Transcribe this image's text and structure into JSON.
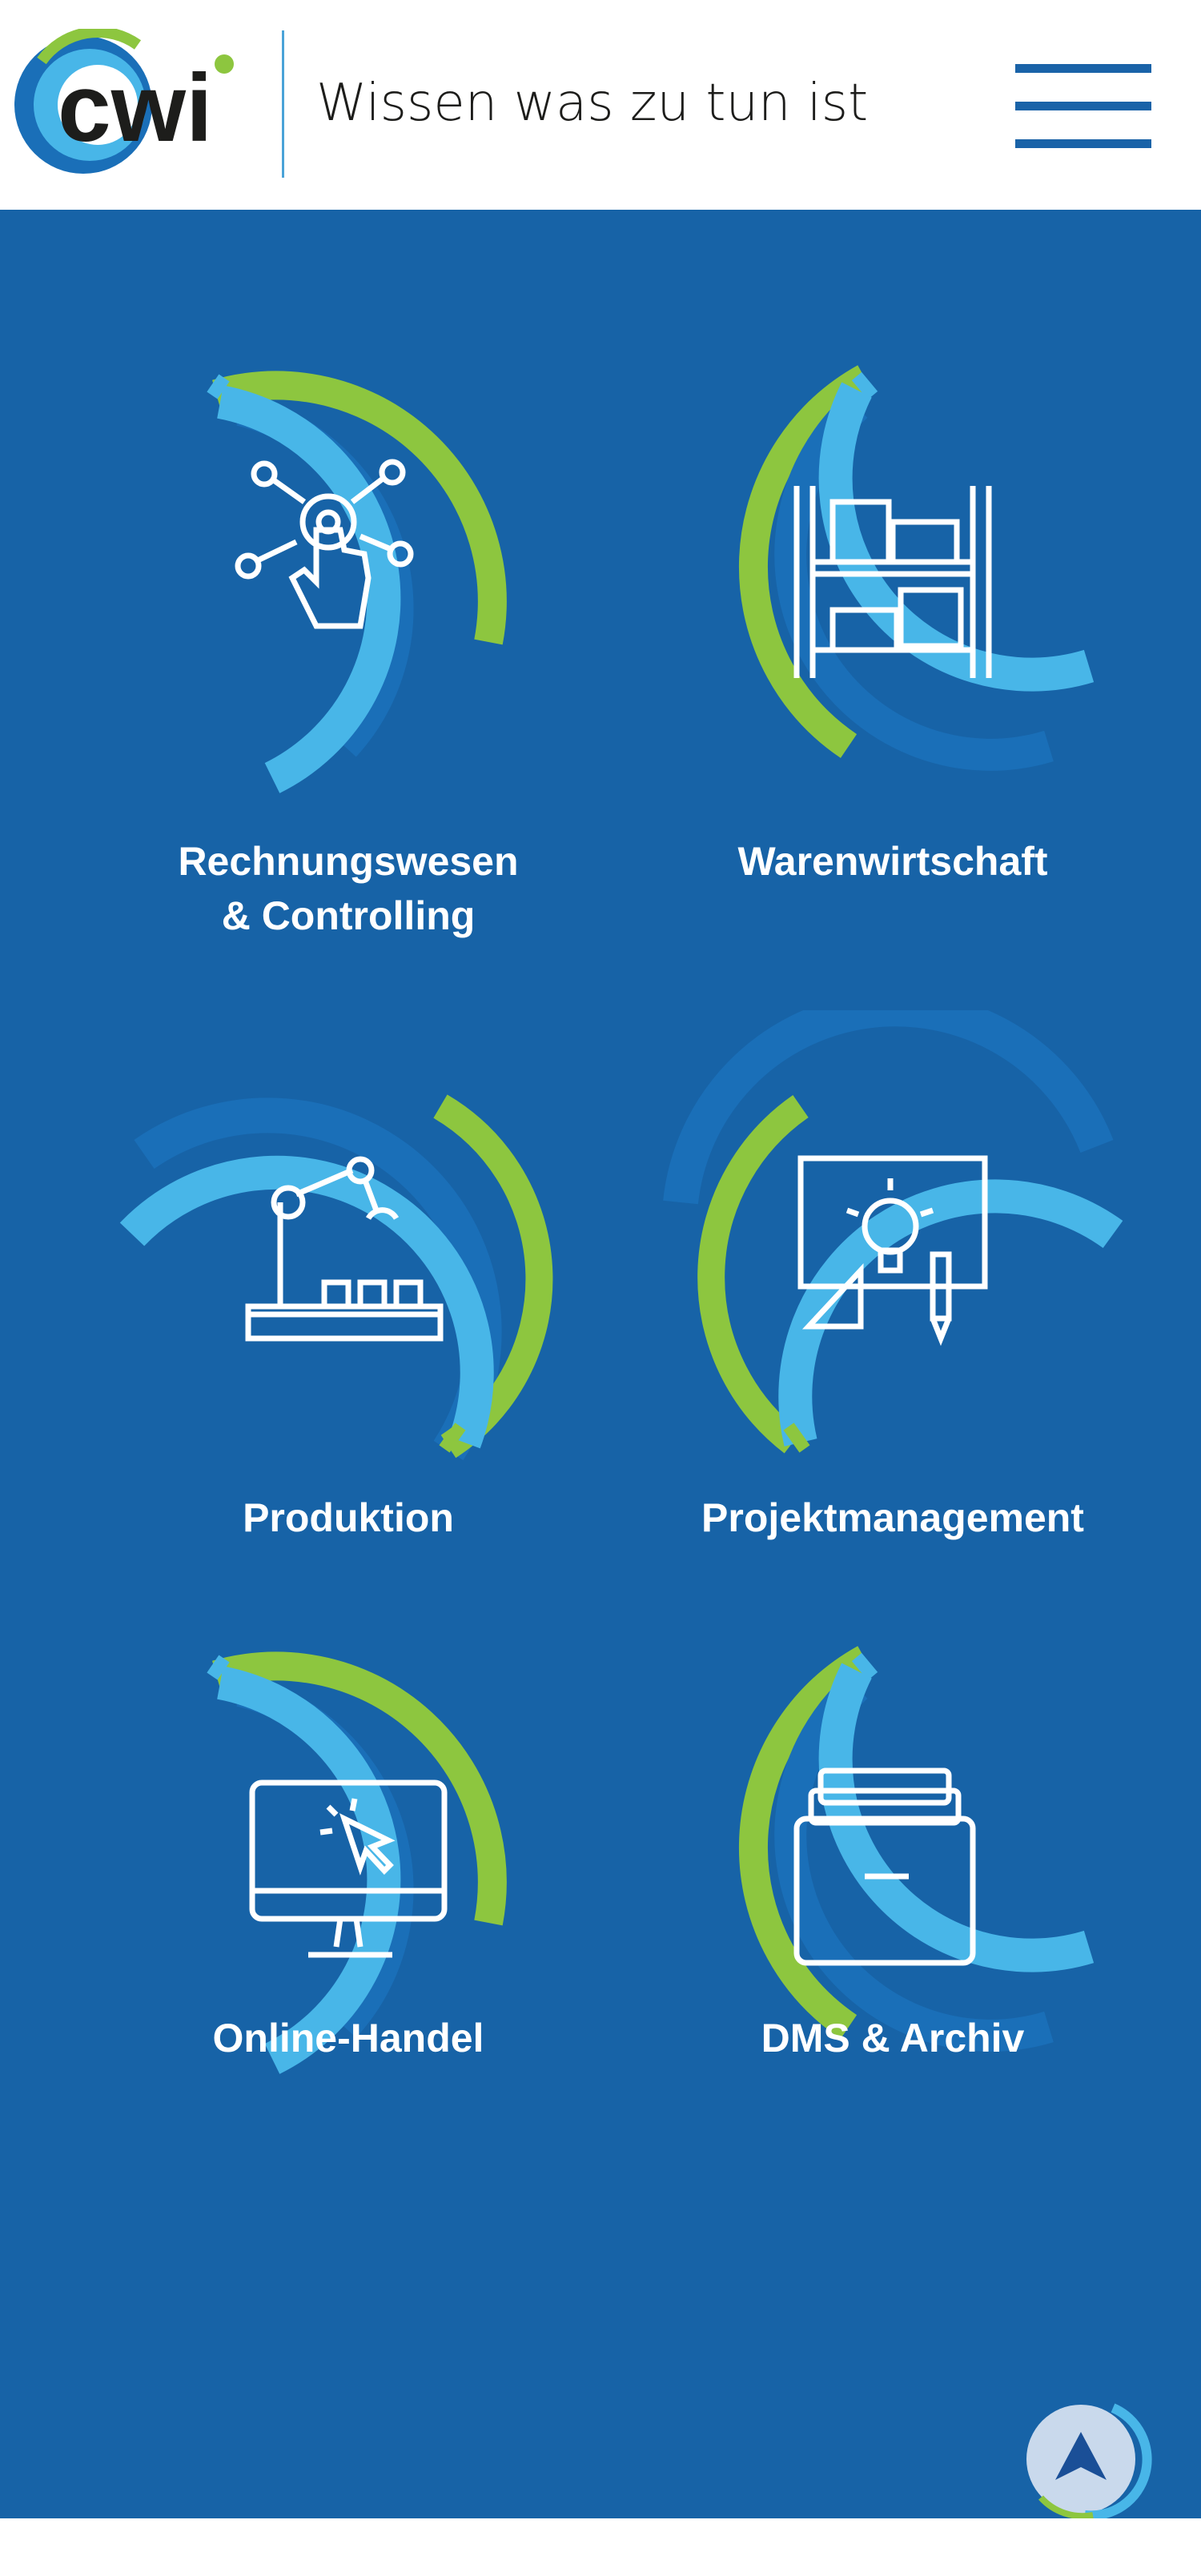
{
  "header": {
    "logo_text": "cwi",
    "tagline": "Wissen was zu tun ist",
    "menu_icon": "hamburger-menu-icon"
  },
  "tiles": [
    {
      "label_line1": "Rechnungswesen",
      "label_line2": "& Controlling",
      "icon": "gear-hand-network-icon"
    },
    {
      "label_line1": "Warenwirtschaft",
      "label_line2": "",
      "icon": "warehouse-shelf-icon"
    },
    {
      "label_line1": "Produktion",
      "label_line2": "",
      "icon": "robot-arm-icon"
    },
    {
      "label_line1": "Projektmanagement",
      "label_line2": "",
      "icon": "blueprint-lightbulb-icon"
    },
    {
      "label_line1": "Online-Handel",
      "label_line2": "",
      "icon": "monitor-cursor-icon"
    },
    {
      "label_line1": "DMS & Archiv",
      "label_line2": "",
      "icon": "file-archive-box-icon"
    }
  ],
  "scroll_top_icon": "arrow-up-icon",
  "colors": {
    "brand_blue": "#1763a7",
    "light_blue": "#48b6e8",
    "mid_blue": "#1a6fb8",
    "green": "#8dc63f",
    "white": "#ffffff"
  }
}
